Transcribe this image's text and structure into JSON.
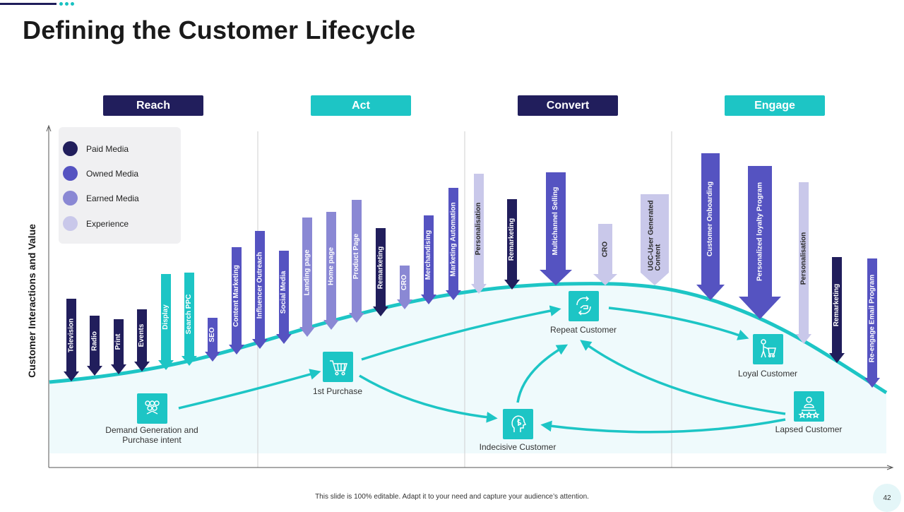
{
  "title": "Defining the Customer Lifecycle",
  "stages": [
    "Reach",
    "Act",
    "Convert",
    "Engage"
  ],
  "y_axis_label": "Customer Interactions and Value",
  "legend": [
    {
      "label": "Paid Media",
      "color": "#211e5c"
    },
    {
      "label": "Owned Media",
      "color": "#5553c1"
    },
    {
      "label": "Earned Media",
      "color": "#8a88d4"
    },
    {
      "label": "Experience",
      "color": "#c9c8ea"
    }
  ],
  "touchpoints": [
    {
      "label": "Television",
      "type": "Paid Media"
    },
    {
      "label": "Radio",
      "type": "Paid Media"
    },
    {
      "label": "Print",
      "type": "Paid Media"
    },
    {
      "label": "Events",
      "type": "Paid Media"
    },
    {
      "label": "Display",
      "type": "Teal"
    },
    {
      "label": "Search PPC",
      "type": "Teal"
    },
    {
      "label": "SEO",
      "type": "Owned Media"
    },
    {
      "label": "Content Marketing",
      "type": "Owned Media"
    },
    {
      "label": "Influencer Outreach",
      "type": "Owned Media"
    },
    {
      "label": "Social Media",
      "type": "Owned Media"
    },
    {
      "label": "Landing page",
      "type": "Earned Media"
    },
    {
      "label": "Home page",
      "type": "Earned Media"
    },
    {
      "label": "Product Page",
      "type": "Earned Media"
    },
    {
      "label": "Remarketing",
      "type": "Paid Media"
    },
    {
      "label": "CRO",
      "type": "Earned Media"
    },
    {
      "label": "Merchandising",
      "type": "Owned Media"
    },
    {
      "label": "Marketing Automation",
      "type": "Owned Media"
    },
    {
      "label": "Personalisation",
      "type": "Experience"
    },
    {
      "label": "Remarketing",
      "type": "Paid Media"
    },
    {
      "label": "Multichannel Selling",
      "type": "Owned Media"
    },
    {
      "label": "CRO",
      "type": "Experience"
    },
    {
      "label": "UGC-User Generated Content",
      "type": "Experience"
    },
    {
      "label": "Customer Onboarding",
      "type": "Owned Media"
    },
    {
      "label": "Personalized loyalty Program",
      "type": "Owned Media"
    },
    {
      "label": "Personalisation",
      "type": "Experience"
    },
    {
      "label": "Remarketing",
      "type": "Paid Media"
    },
    {
      "label": "Re-engage Email Program",
      "type": "Owned Media"
    }
  ],
  "nodes": [
    {
      "id": "demand",
      "label": "Demand Generation and Purchase intent",
      "icon": "demand-icon"
    },
    {
      "id": "first",
      "label": "1st Purchase",
      "icon": "shopping-cart-icon"
    },
    {
      "id": "indecisive",
      "label": "Indecisive Customer",
      "icon": "thinking-head-icon"
    },
    {
      "id": "repeat",
      "label": "Repeat Customer",
      "icon": "repeat-hand-icon"
    },
    {
      "id": "loyal",
      "label": "Loyal Customer",
      "icon": "loyal-cart-icon"
    },
    {
      "id": "lapsed",
      "label": "Lapsed Customer",
      "icon": "rating-person-icon"
    }
  ],
  "footer": "This slide is 100% editable. Adapt it to your need and capture your audience’s attention.",
  "page_number": "42",
  "colors": {
    "teal": "#1dc5c5",
    "navy": "#211e5c",
    "curve_fill": "#effafc"
  }
}
